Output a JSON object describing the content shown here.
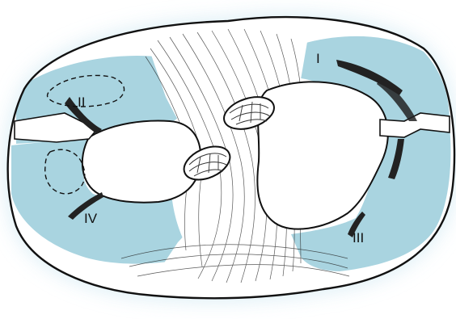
{
  "diagram": {
    "labels": {
      "top_right": "I",
      "top_left": "II",
      "bottom_right": "III",
      "bottom_left": "IV"
    },
    "colors": {
      "region_fill": "#a9d4e0",
      "glow": "#cfe8f3",
      "outline": "#111111",
      "background": "#ffffff"
    }
  }
}
